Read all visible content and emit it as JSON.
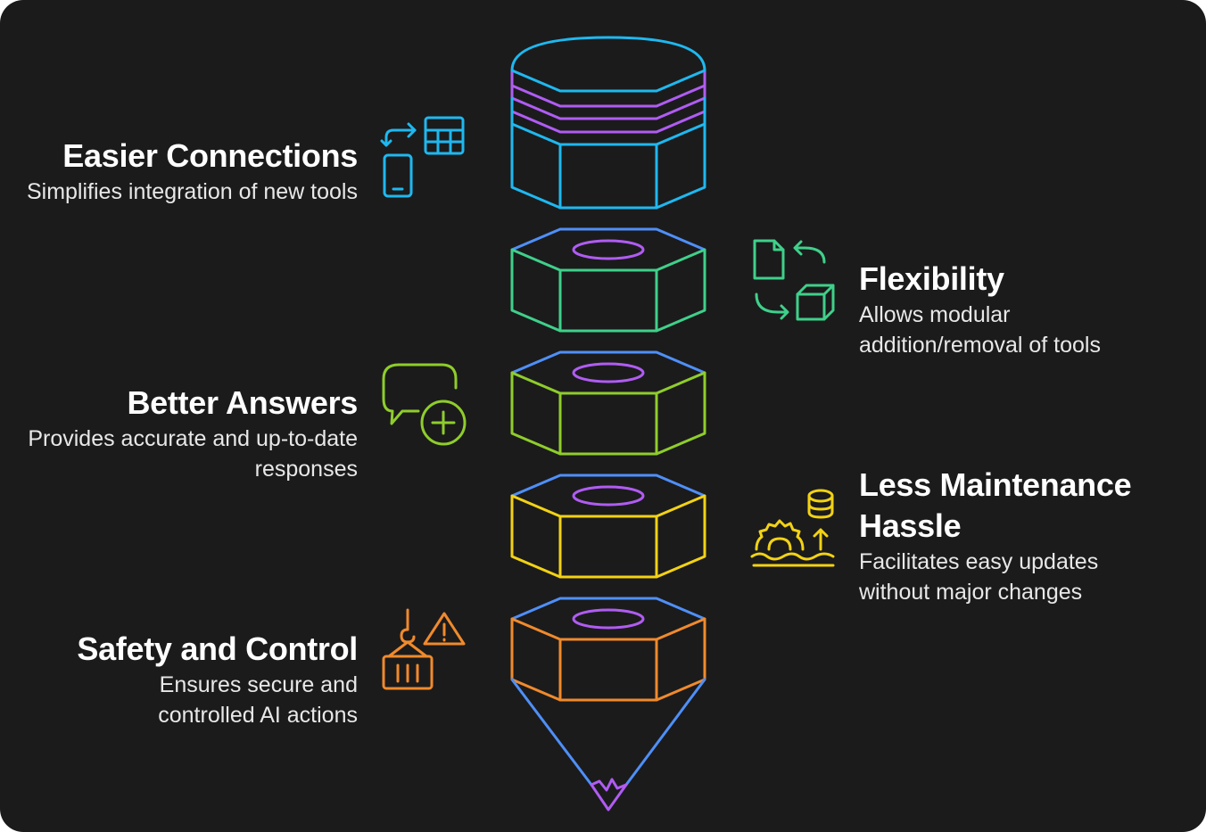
{
  "items": [
    {
      "title": "Easier Connections",
      "description": "Simplifies integration of new tools",
      "icon": "devices-sync-icon",
      "color": "#1fb8ef"
    },
    {
      "title": "Flexibility",
      "description": "Allows modular addition/removal of tools",
      "icon": "document-cube-cycle-icon",
      "color": "#3fd08a"
    },
    {
      "title": "Better Answers",
      "description": "Provides accurate and up-to-date responses",
      "icon": "chat-plus-icon",
      "color": "#8fcd2b"
    },
    {
      "title": "Less Maintenance Hassle",
      "description": "Facilitates easy updates without major changes",
      "icon": "gear-database-icon",
      "color": "#f2d214"
    },
    {
      "title": "Safety and Control",
      "description": "Ensures secure and controlled AI actions",
      "icon": "crane-warning-icon",
      "color": "#f08a2c"
    }
  ],
  "accent_colors": {
    "top_band": "#b05cf2",
    "nut_top_edge": "#4f8ff7",
    "hole": "#b05cf2",
    "cone": "#4f8ff7",
    "tip": "#b05cf2"
  }
}
